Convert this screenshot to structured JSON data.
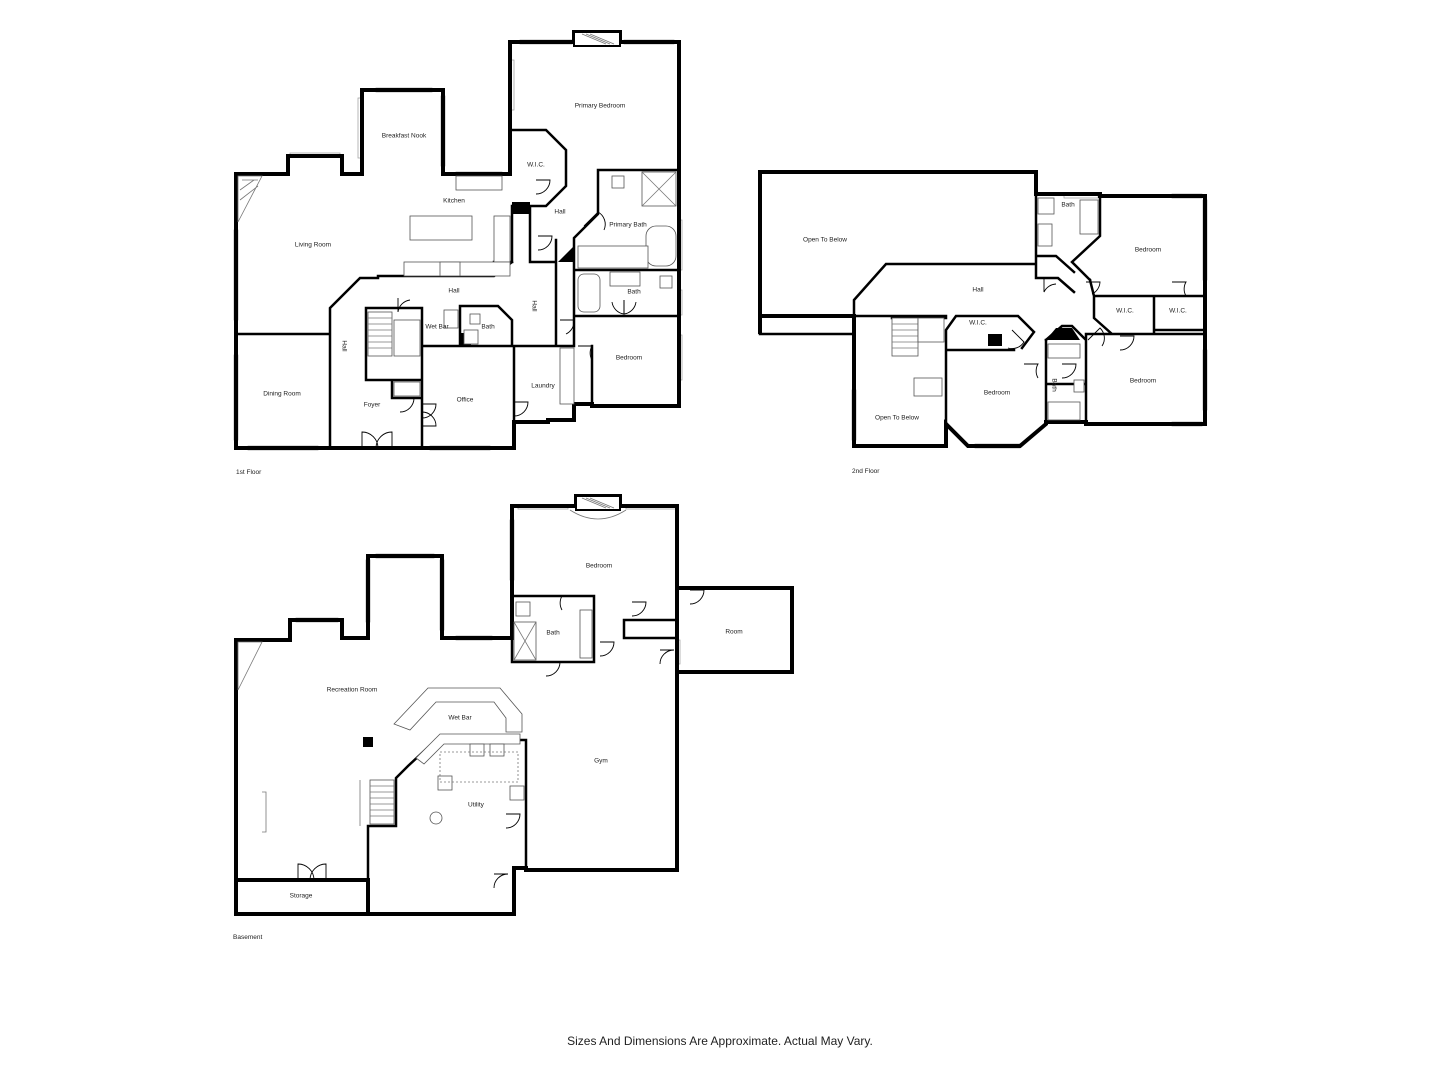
{
  "floors": [
    {
      "name": "1st Floor",
      "rooms": [
        "Breakfast Nook",
        "Primary Bedroom",
        "Kitchen",
        "W.I.C.",
        "Hall",
        "Primary Bath",
        "Living Room",
        "Hall",
        "Hall",
        "Wet Bar",
        "Bath",
        "Bath",
        "Hall",
        "Bedroom",
        "Dining Room",
        "Foyer",
        "Office",
        "Laundry"
      ]
    },
    {
      "name": "2nd Floor",
      "rooms": [
        "Open To Below",
        "Bath",
        "Bedroom",
        "Hall",
        "W.I.C.",
        "W.I.C.",
        "W.I.C.",
        "Bath",
        "Bedroom",
        "Bedroom",
        "Open To Below"
      ]
    },
    {
      "name": "Basement",
      "rooms": [
        "Bedroom",
        "Bath",
        "Room",
        "Recreation Room",
        "Wet Bar",
        "Gym",
        "Utility",
        "Storage"
      ]
    }
  ],
  "disclaimer": "Sizes And Dimensions Are Approximate. Actual May Vary."
}
